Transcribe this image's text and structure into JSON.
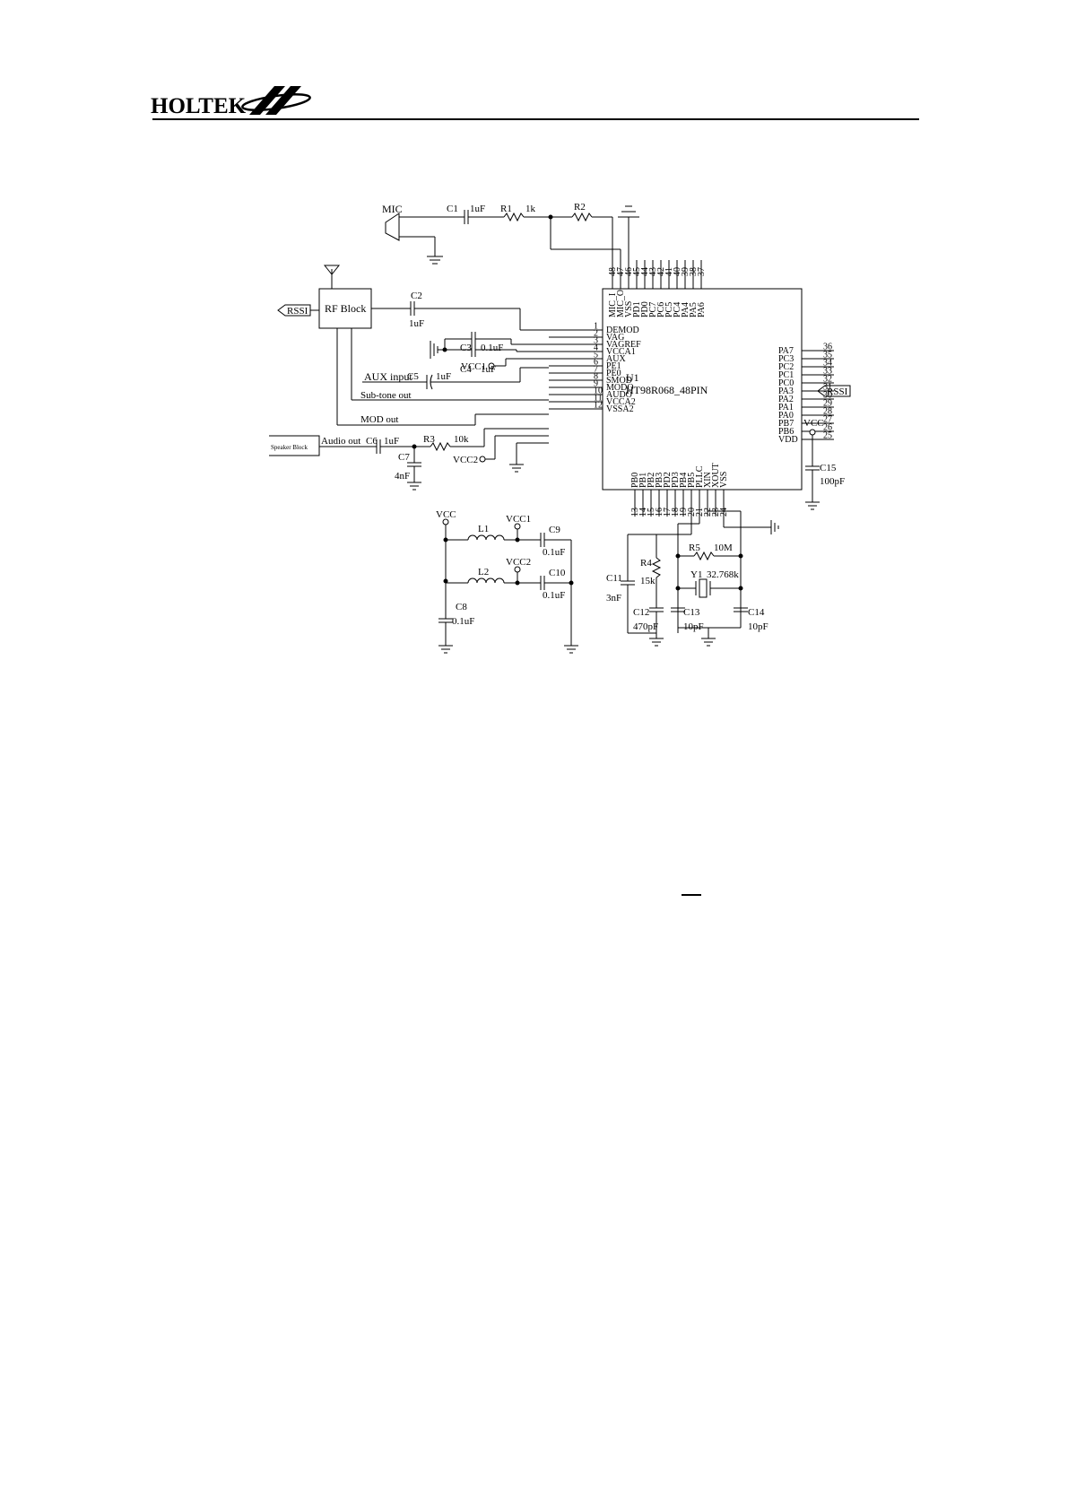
{
  "header": {
    "brand": "HOLTEK"
  },
  "schematic": {
    "ic": {
      "ref": "U1",
      "part": "HT98R068_48PIN",
      "left_pins": [
        {
          "num": "1",
          "name": "DEMOD"
        },
        {
          "num": "2",
          "name": "VAG"
        },
        {
          "num": "3",
          "name": "VAGREF"
        },
        {
          "num": "4",
          "name": "VCCA1"
        },
        {
          "num": "5",
          "name": "AUX"
        },
        {
          "num": "6",
          "name": "PE1"
        },
        {
          "num": "7",
          "name": "PE0"
        },
        {
          "num": "8",
          "name": "SMOD"
        },
        {
          "num": "9",
          "name": "MODO"
        },
        {
          "num": "10",
          "name": "AUDO"
        },
        {
          "num": "11",
          "name": "VCCA2"
        },
        {
          "num": "12",
          "name": "VSSA2"
        }
      ],
      "bottom_pins": [
        {
          "num": "13",
          "name": "PB0"
        },
        {
          "num": "14",
          "name": "PB1"
        },
        {
          "num": "15",
          "name": "PB2"
        },
        {
          "num": "16",
          "name": "PB3"
        },
        {
          "num": "17",
          "name": "PD2"
        },
        {
          "num": "18",
          "name": "PD3"
        },
        {
          "num": "19",
          "name": "PB4"
        },
        {
          "num": "20",
          "name": "PB5"
        },
        {
          "num": "21",
          "name": "PLLC"
        },
        {
          "num": "22",
          "name": "XIN"
        },
        {
          "num": "23",
          "name": "XOUT"
        },
        {
          "num": "24",
          "name": "VSS"
        }
      ],
      "right_pins": [
        {
          "num": "25",
          "name": "VDD"
        },
        {
          "num": "26",
          "name": "PB6"
        },
        {
          "num": "27",
          "name": "PB7"
        },
        {
          "num": "28",
          "name": "PA0"
        },
        {
          "num": "29",
          "name": "PA1"
        },
        {
          "num": "30",
          "name": "PA2"
        },
        {
          "num": "31",
          "name": "PA3"
        },
        {
          "num": "32",
          "name": "PC0"
        },
        {
          "num": "33",
          "name": "PC1"
        },
        {
          "num": "34",
          "name": "PC2"
        },
        {
          "num": "35",
          "name": "PC3"
        },
        {
          "num": "36",
          "name": "PA7"
        }
      ],
      "top_pins": [
        {
          "num": "37",
          "name": "PA6"
        },
        {
          "num": "38",
          "name": "PA5"
        },
        {
          "num": "39",
          "name": "PA4"
        },
        {
          "num": "40",
          "name": "PC4"
        },
        {
          "num": "41",
          "name": "PC5"
        },
        {
          "num": "42",
          "name": "PC6"
        },
        {
          "num": "43",
          "name": "PC7"
        },
        {
          "num": "44",
          "name": "PD0"
        },
        {
          "num": "45",
          "name": "PD1"
        },
        {
          "num": "46",
          "name": "VSS"
        },
        {
          "num": "47",
          "name": "MIC_O"
        },
        {
          "num": "48",
          "name": "MIC_I"
        }
      ]
    },
    "labels": {
      "mic": "MIC",
      "rf_block": "RF Block",
      "speaker_block": "Speaker Block",
      "rssi_left": "RSSI",
      "rssi_right": "RSSI",
      "aux_input": "AUX input",
      "subtone_out": "Sub-tone out",
      "mod_out": "MOD out",
      "audio_out": "Audio out",
      "vcc_top": "VCC",
      "vcc_left": "VCC",
      "vcc1_net": "VCC1",
      "vcc1_label": "VCC1",
      "vcc2_net": "VCC2",
      "vcc2_label": "VCC2",
      "l1": "L1",
      "l2": "L2"
    },
    "components": {
      "c1": {
        "ref": "C1",
        "value": "1uF"
      },
      "r1": {
        "ref": "R1",
        "value": "1k"
      },
      "r2": {
        "ref": "R2"
      },
      "c2": {
        "ref": "C2",
        "value": "1uF"
      },
      "c3": {
        "ref": "C3",
        "value": "0.1uF"
      },
      "c4": {
        "ref": "C4",
        "value": "1uF"
      },
      "c5": {
        "ref": "C5",
        "value": "1uF"
      },
      "c6": {
        "ref": "C6",
        "value": "1uF"
      },
      "r3": {
        "ref": "R3",
        "value": "10k"
      },
      "c7": {
        "ref": "C7",
        "value": "4nF"
      },
      "c8": {
        "ref": "C8",
        "value": "0.1uF"
      },
      "c9": {
        "ref": "C9",
        "value": "0.1uF"
      },
      "c10": {
        "ref": "C10",
        "value": "0.1uF"
      },
      "c11": {
        "ref": "C11",
        "value": "3nF"
      },
      "r4": {
        "ref": "R4",
        "value": "15k"
      },
      "c12": {
        "ref": "C12",
        "value": "470pF"
      },
      "r5": {
        "ref": "R5",
        "value": "10M"
      },
      "y1": {
        "ref": "Y1",
        "value": "32.768k"
      },
      "c13": {
        "ref": "C13",
        "value": "10pF"
      },
      "c14": {
        "ref": "C14",
        "value": "10pF"
      },
      "c15": {
        "ref": "C15",
        "value": "100pF"
      }
    }
  }
}
